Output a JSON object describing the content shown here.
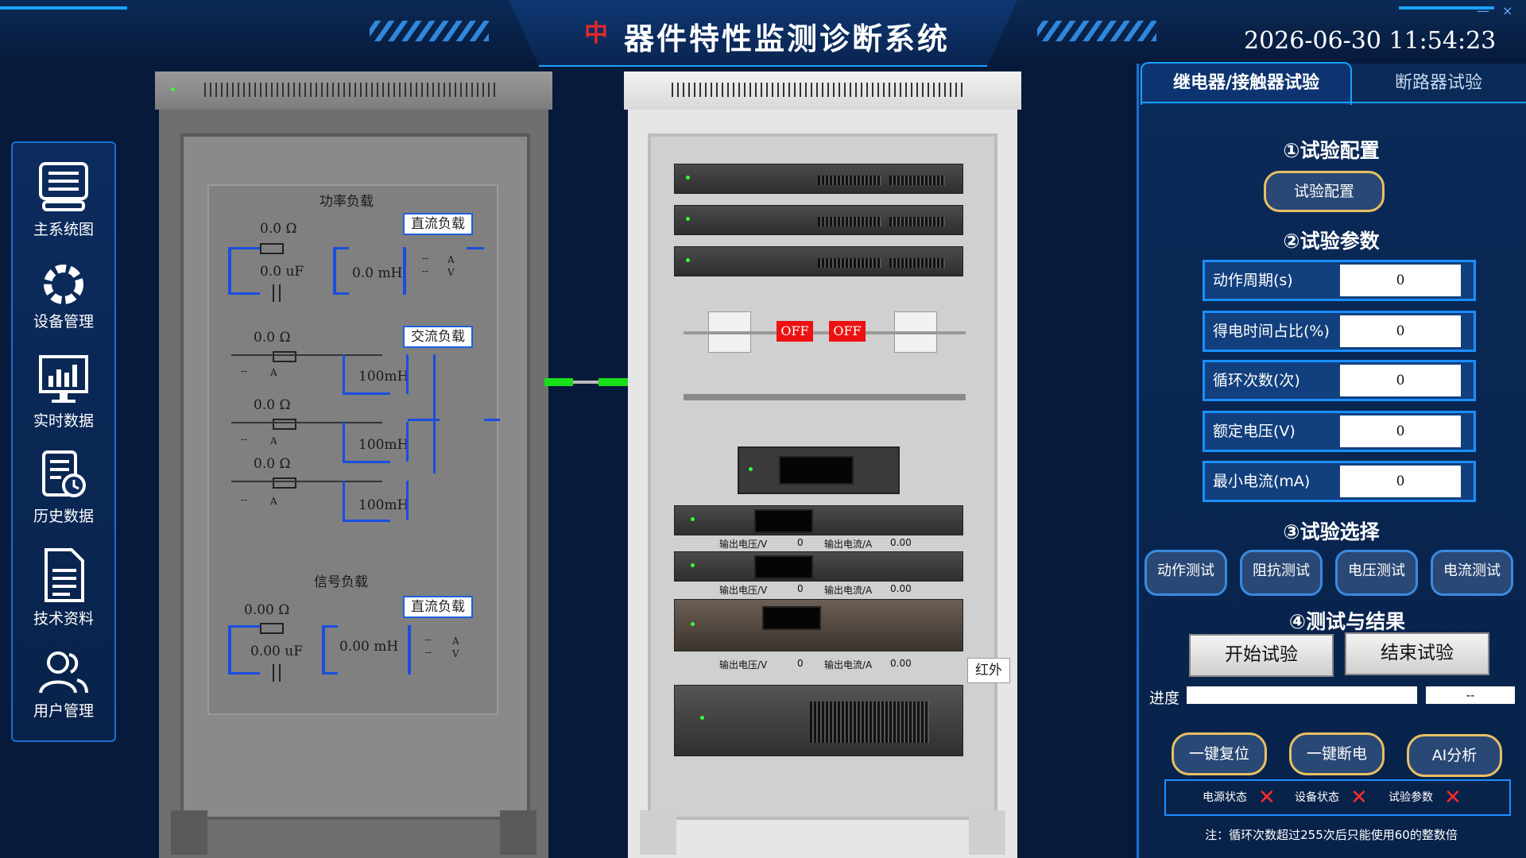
{
  "header": {
    "title": "器件特性监测诊断系统",
    "datetime": "2026-06-30 11:54:23",
    "logo_glyph": "中",
    "minimize_glyph": "—",
    "close_glyph": "×"
  },
  "sidebar": {
    "items": [
      {
        "label": "主系统图",
        "icon": "main-system-icon"
      },
      {
        "label": "设备管理",
        "icon": "device-manage-icon"
      },
      {
        "label": "实时数据",
        "icon": "realtime-data-icon"
      },
      {
        "label": "历史数据",
        "icon": "history-data-icon"
      },
      {
        "label": "技术资料",
        "icon": "tech-doc-icon"
      },
      {
        "label": "用户管理",
        "icon": "user-manage-icon"
      }
    ]
  },
  "load_cabinet": {
    "power_load_title": "功率负载",
    "signal_load_title": "信号负载",
    "dc_load_tag": "直流负载",
    "ac_load_tag": "交流负载",
    "dc_load_tag2": "直流负载",
    "power": {
      "r1": "0.0 Ω",
      "c1": "0.0 uF",
      "l1": "0.0 mH",
      "v_dash": "--",
      "a_unit": "A",
      "v_unit": "V",
      "ac_r1": "0.0 Ω",
      "ac_r2": "0.0 Ω",
      "ac_r3": "0.0 Ω",
      "ac_l1": "100mH",
      "ac_l2": "100mH",
      "ac_l3": "100mH",
      "ac_a_dash": "--",
      "ac_a_unit": "A"
    },
    "signal": {
      "r1": "0.00 Ω",
      "c1": "0.00 uF",
      "l1": "0.00 mH",
      "v_dash": "--",
      "a_unit": "A",
      "v_unit": "V"
    }
  },
  "device_cabinet": {
    "off_label_1": "OFF",
    "off_label_2": "OFF",
    "infrared_label": "红外",
    "psu": [
      {
        "v_label": "输出电压/V",
        "v_val": "0",
        "a_label": "输出电流/A",
        "a_val": "0.00"
      },
      {
        "v_label": "输出电压/V",
        "v_val": "0",
        "a_label": "输出电流/A",
        "a_val": "0.00"
      },
      {
        "v_label": "输出电压/V",
        "v_val": "0",
        "a_label": "输出电流/A",
        "a_val": "0.00"
      }
    ]
  },
  "right_panel": {
    "tabs": [
      {
        "label": "继电器/接触器试验",
        "active": true
      },
      {
        "label": "断路器试验",
        "active": false
      }
    ],
    "sec1_title": "①试验配置",
    "config_button": "试验配置",
    "sec2_title": "②试验参数",
    "params": [
      {
        "label": "动作周期(s)",
        "value": "0"
      },
      {
        "label": "得电时间占比(%)",
        "value": "0"
      },
      {
        "label": "循环次数(次)",
        "value": "0"
      },
      {
        "label": "额定电压(V)",
        "value": "0"
      },
      {
        "label": "最小电流(mA)",
        "value": "0"
      }
    ],
    "sec3_title": "③试验选择",
    "test_buttons": [
      "动作测试",
      "阻抗测试",
      "电压测试",
      "电流测试"
    ],
    "sec4_title": "④测试与结果",
    "start_button": "开始试验",
    "end_button": "结束试验",
    "progress_label": "进度",
    "progress_value": "--",
    "progress_fraction": 0,
    "action_buttons": [
      "一键复位",
      "一键断电",
      "AI分析"
    ],
    "status": [
      {
        "label": "电源状态",
        "ok": false
      },
      {
        "label": "设备状态",
        "ok": false
      },
      {
        "label": "试验参数",
        "ok": false
      }
    ],
    "note": "注：循环次数超过255次后只能使用60的整数倍"
  }
}
